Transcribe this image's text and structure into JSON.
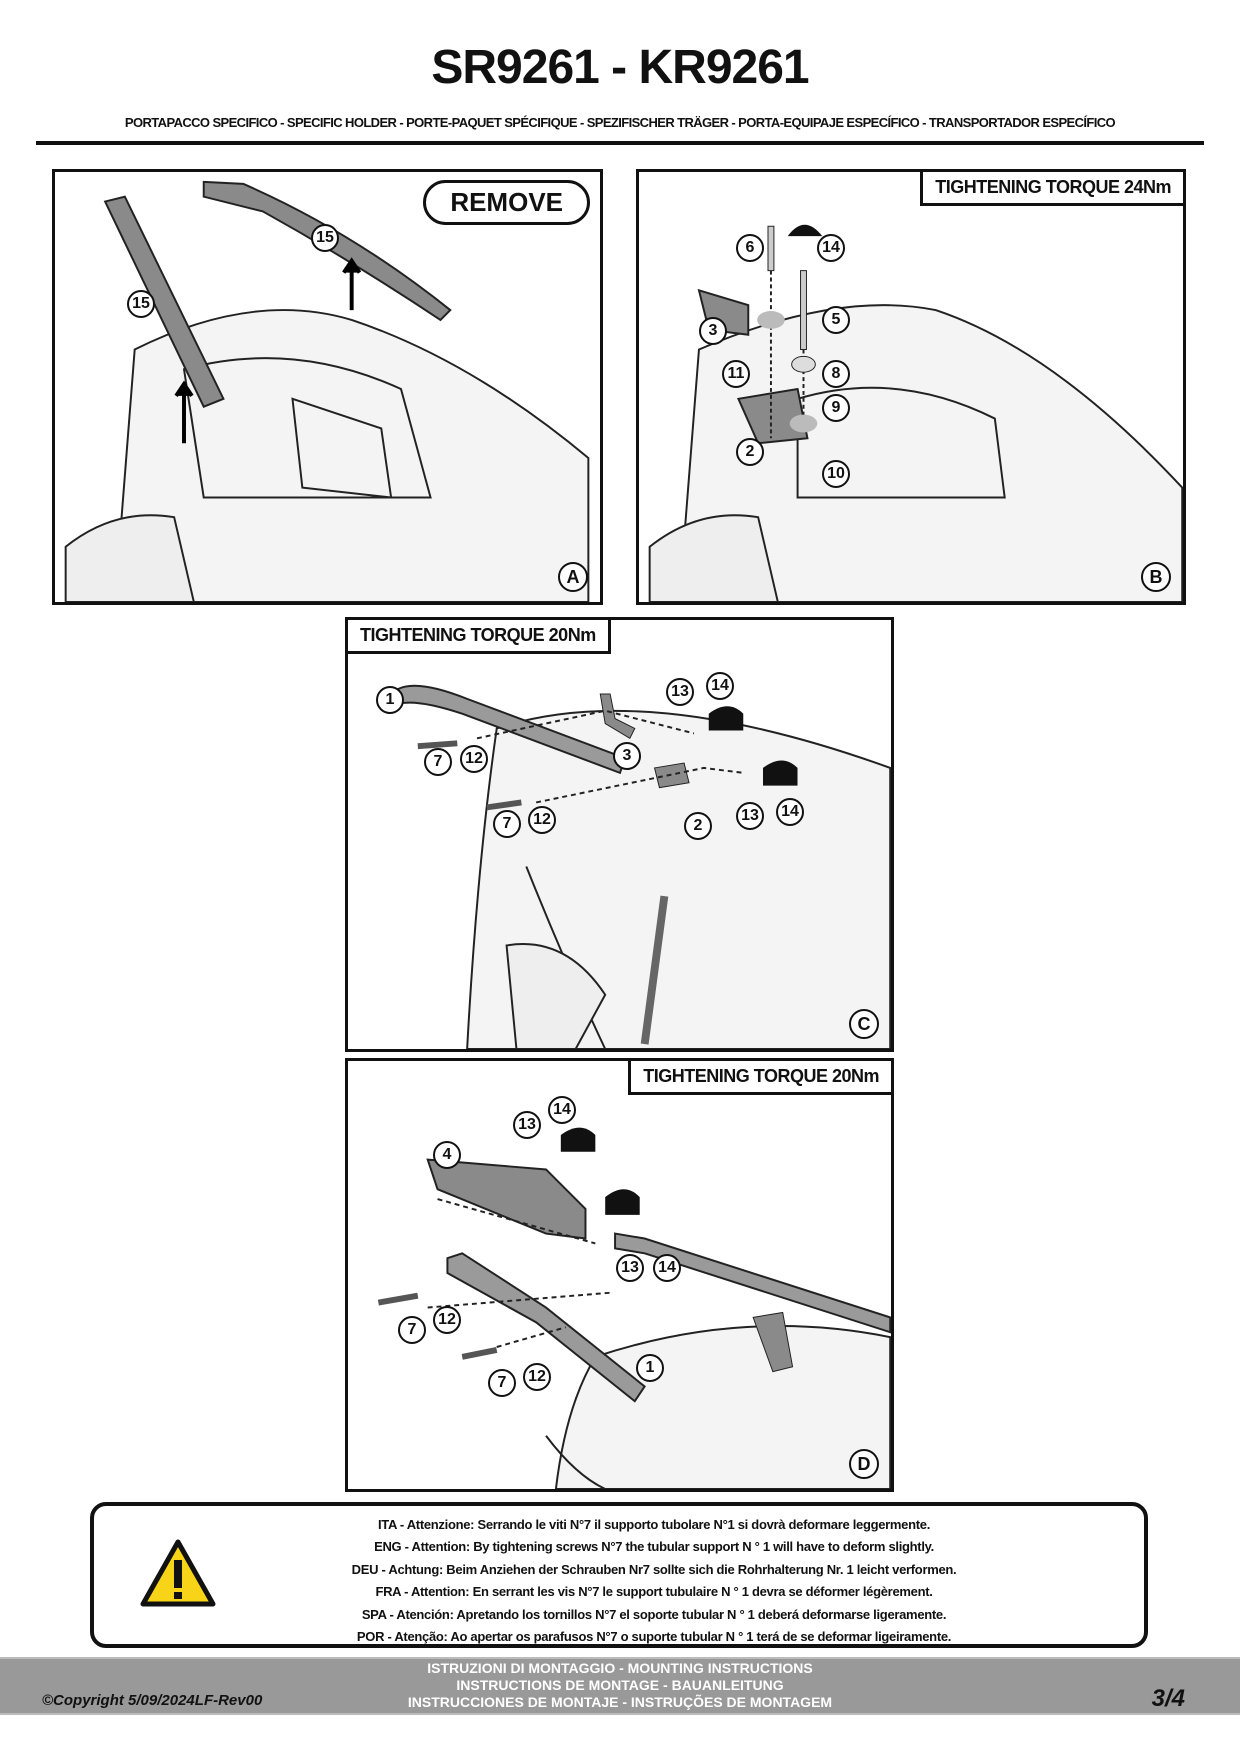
{
  "header": {
    "title": "SR9261 - KR9261",
    "subtitle": "PORTAPACCO SPECIFICO - SPECIFIC HOLDER - PORTE-PAQUET SPÉCIFIQUE - SPEZIFISCHER TRÄGER - PORTA-EQUIPAJE ESPECÍFICO - TRANSPORTADOR ESPECÍFICO"
  },
  "panels": {
    "a": {
      "letter": "A",
      "remove_label": "REMOVE",
      "callouts": [
        "15",
        "15"
      ]
    },
    "b": {
      "letter": "B",
      "torque": "TIGHTENING TORQUE 24Nm",
      "callouts": [
        "6",
        "14",
        "3",
        "5",
        "11",
        "8",
        "9",
        "2",
        "10"
      ]
    },
    "c": {
      "letter": "C",
      "torque": "TIGHTENING TORQUE 20Nm",
      "callouts": [
        "1",
        "13",
        "14",
        "7",
        "12",
        "3",
        "7",
        "12",
        "2",
        "13",
        "14"
      ]
    },
    "d": {
      "letter": "D",
      "torque": "TIGHTENING TORQUE 20Nm",
      "callouts": [
        "14",
        "13",
        "4",
        "13",
        "14",
        "12",
        "7",
        "7",
        "12",
        "1"
      ]
    }
  },
  "warning": {
    "icon": "warning-triangle-icon",
    "lines": [
      "ITA - Attenzione: Serrando le viti N°7 il supporto tubolare N°1 si dovrà deformare leggermente.",
      "ENG - Attention: By tightening screws N°7 the tubular support N ° 1 will have to deform slightly.",
      "DEU - Achtung: Beim Anziehen der Schrauben Nr7 sollte sich die Rohrhalterung Nr. 1 leicht verformen.",
      "FRA - Attention: En serrant les vis N°7 le support tubulaire N ° 1 devra se déformer légèrement.",
      "SPA - Atención: Apretando los tornillos N°7 el soporte tubular N ° 1 deberá deformarse ligeramente.",
      "POR - Atenção: Ao apertar os parafusos N°7 o suporte tubular N ° 1 terá de se deformar ligeiramente."
    ]
  },
  "footer": {
    "copyright": "©Copyright 5/09/2024LF-Rev00",
    "lines": [
      "ISTRUZIONI DI MONTAGGIO  -  MOUNTING INSTRUCTIONS",
      "INSTRUCTIONS DE MONTAGE - BAUANLEITUNG",
      "INSTRUCCIONES DE MONTAJE - INSTRUÇÕES DE MONTAGEM"
    ],
    "page": "3/4"
  }
}
